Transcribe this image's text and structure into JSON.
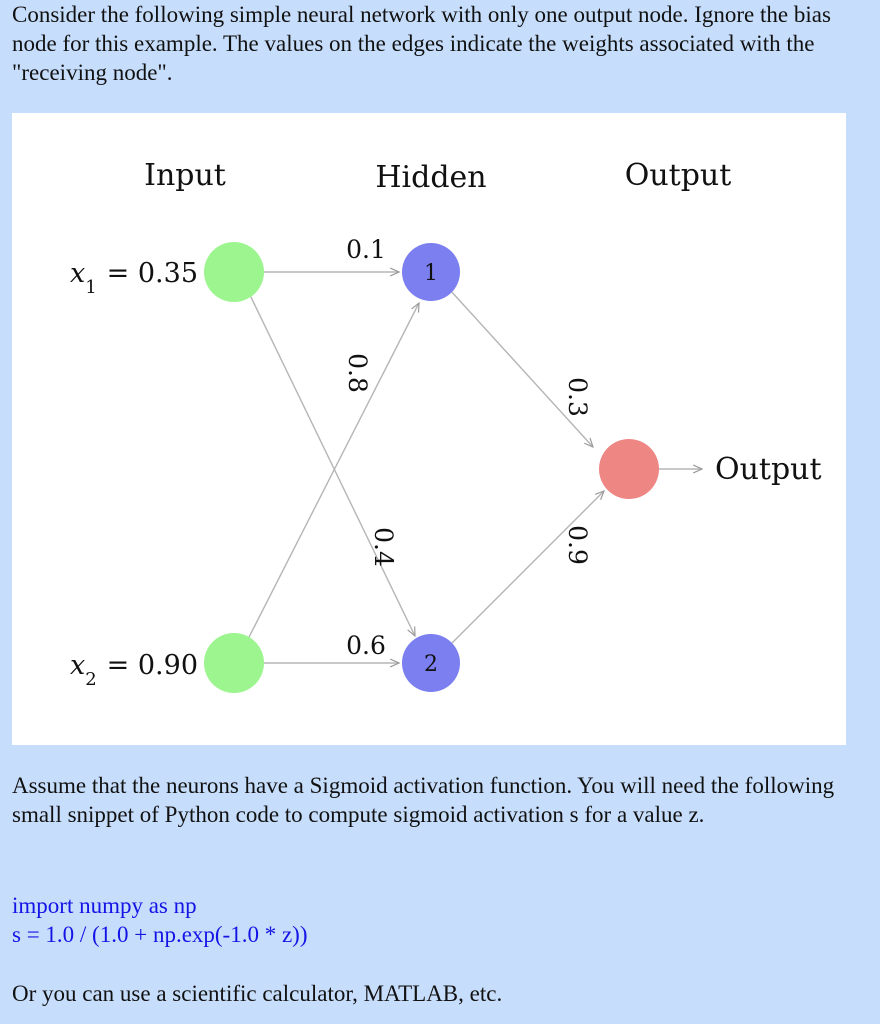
{
  "intro_text": "Consider the following simple neural network with only one output node. Ignore the bias node for this example. The values on the edges indicate the weights associated with the \"receiving node\".",
  "diagram": {
    "column_labels": {
      "input": "Input",
      "hidden": "Hidden",
      "output": "Output"
    },
    "inputs": [
      {
        "var": "x",
        "sub": "1",
        "value": "= 0.35"
      },
      {
        "var": "x",
        "sub": "2",
        "value": "= 0.90"
      }
    ],
    "hidden_nodes": [
      "1",
      "2"
    ],
    "output_label": "Output",
    "weights": {
      "x1_h1": "0.1",
      "x2_h1": "0.8",
      "x1_h2": "0.4",
      "x2_h2": "0.6",
      "h1_out": "0.3",
      "h2_out": "0.9"
    },
    "colors": {
      "input_node": "#9cf58e",
      "hidden_node": "#7b7fef",
      "output_node": "#ee8683",
      "edge": "#b5b5b5"
    }
  },
  "sigmoid_text": "Assume that the neurons have a Sigmoid activation function. You will need the following small snippet of Python code to compute sigmoid activation s for a value z.",
  "code_lines": [
    "import numpy as np",
    "s = 1.0 / (1.0 + np.exp(-1.0 * z))"
  ],
  "closing_text": "Or you can use a scientific calculator, MATLAB, etc."
}
